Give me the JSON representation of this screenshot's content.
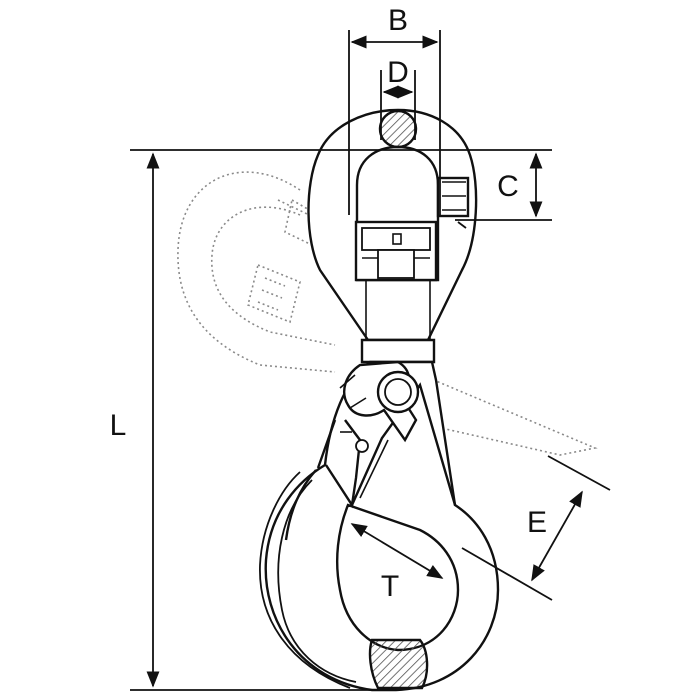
{
  "diagram": {
    "colors": {
      "line": "#111111",
      "ghost": "#8a8a8a",
      "hatch": "#555555",
      "background": "#ffffff"
    },
    "dimensions": {
      "B": "B",
      "D": "D",
      "C": "C",
      "L": "L",
      "E": "E",
      "T": "T"
    }
  }
}
